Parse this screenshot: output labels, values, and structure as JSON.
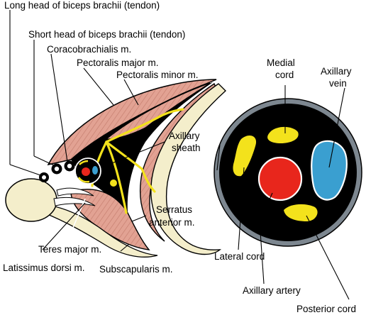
{
  "labels": {
    "long_head_biceps": "Long head of biceps brachii (tendon)",
    "short_head_biceps": "Short head of biceps brachii (tendon)",
    "coracobrachialis": "Coracobrachialis m.",
    "pectoralis_major": "Pectoralis major m.",
    "pectoralis_minor": "Pectoralis minor m.",
    "axillary_sheath_line1": "Axillary",
    "axillary_sheath_line2": "sheath",
    "serratus_line1": "Serratus",
    "serratus_line2": "anterior m.",
    "teres_major": "Teres major m.",
    "latissimus_dorsi": "Latissimus dorsi m.",
    "subscapularis": "Subscapularis m.",
    "medial_cord_line1": "Medial",
    "medial_cord_line2": "cord",
    "axillary_vein_line1": "Axillary",
    "axillary_vein_line2": "vein",
    "lateral_cord": "Lateral cord",
    "axillary_artery": "Axillary artery",
    "posterior_cord": "Posterior cord"
  },
  "colors": {
    "muscle": "#e2a293",
    "muscle_stripe": "#b8685a",
    "bone": "#f4eecb",
    "black": "#000000",
    "nerve": "#f3e21c",
    "artery": "#e8261c",
    "vein": "#3a9fd0",
    "ring_gray": "#7d8790"
  }
}
